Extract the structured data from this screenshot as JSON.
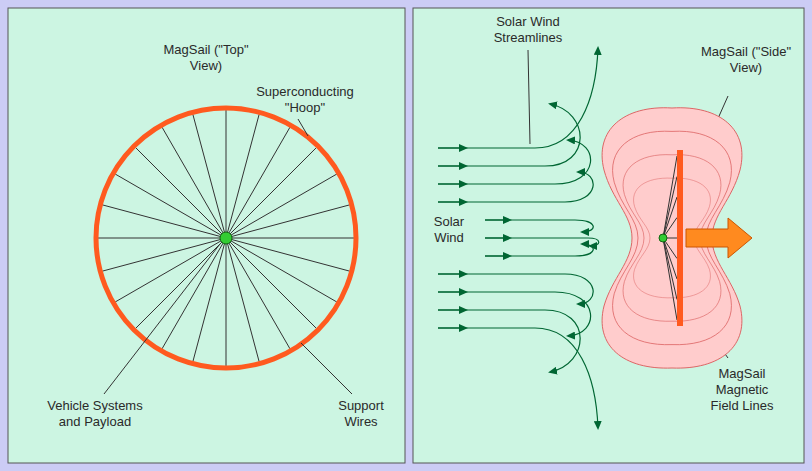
{
  "diagram": {
    "labels": [
      "MagSail (\"Top\" View)",
      "Superconducting \"Hoop\"",
      "Vehicle Systems and Payload",
      "Support Wires",
      "Solar Wind Streamlines",
      "Solar Wind",
      "MagSail (\"Side\" View)",
      "MagSail Magnetic Field Lines"
    ]
  }
}
